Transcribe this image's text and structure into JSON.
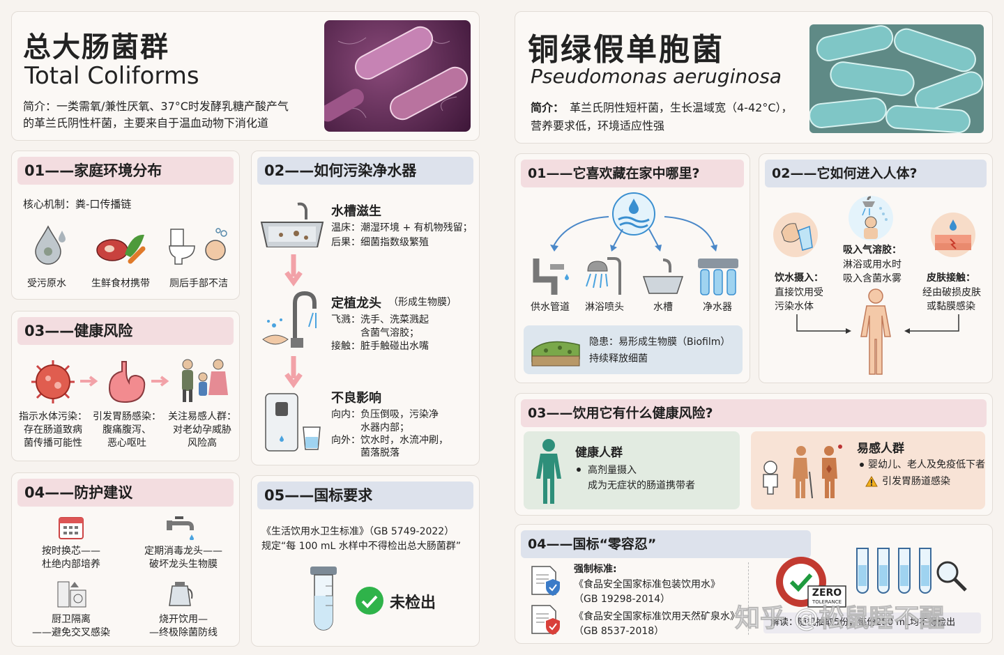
{
  "left": {
    "title_cn": "总大肠菌群",
    "title_en": "Total Coliforms",
    "intro_line1": "简介：一类需氧/兼性厌氧、37°C时发酵乳糖产酸产气",
    "intro_line2": "的革兰氏阴性杆菌，主要来自于温血动物下消化道",
    "s01": {
      "title": "01——家庭环境分布",
      "mechanism": "核心机制：粪-口传播链",
      "items": [
        "受污原水",
        "生鲜食材携带",
        "厕后手部不洁"
      ]
    },
    "s02": {
      "title": "02——如何污染净水器",
      "block1_title": "水槽滋生",
      "block1_l1": "温床：潮湿环境 + 有机物残留；",
      "block1_l2": "后果：细菌指数级繁殖",
      "block2_title": "定植龙头",
      "block2_sub": "（形成生物膜）",
      "block2_l1": "飞溅：洗手、洗菜溅起",
      "block2_l2": "含菌气溶胶；",
      "block2_l3": "接触：脏手触碰出水嘴",
      "block3_title": "不良影响",
      "block3_l1": "向内：负压倒吸，污染净",
      "block3_l2": "水器内部；",
      "block3_l3": "向外：饮水时，水流冲刷，",
      "block3_l4": "菌落脱落"
    },
    "s03": {
      "title": "03——健康风险",
      "items": [
        [
          "指示水体污染：",
          "存在肠道致病",
          "菌传播可能性"
        ],
        [
          "引发胃肠感染：",
          "腹痛腹泻、",
          "恶心呕吐"
        ],
        [
          "关注易感人群：",
          "对老幼孕威胁",
          "风险高"
        ]
      ]
    },
    "s04": {
      "title": "04——防护建议",
      "items": [
        [
          "按时换芯——",
          "杜绝内部培养"
        ],
        [
          "定期消毒龙头——",
          "破坏龙头生物膜"
        ],
        [
          "厨卫隔离",
          "——避免交叉感染"
        ],
        [
          "烧开饮用—",
          "—终极除菌防线"
        ]
      ]
    },
    "s05": {
      "title": "05——国标要求",
      "line1": "《生活饮用水卫生标准》（GB 5749-2022）",
      "line2": "规定“每 100 mL 水样中不得检出总大肠菌群”",
      "result": "未检出"
    }
  },
  "right": {
    "title_cn": "铜绿假单胞菌",
    "title_en": "Pseudomonas aeruginosa",
    "intro_label": "简介：",
    "intro_l1": "革兰氏阴性短杆菌，生长温域宽（4-42°C），",
    "intro_l2": "营养要求低，环境适应性强",
    "s01": {
      "title": "01——它喜欢藏在家中哪里?",
      "items": [
        "供水管道",
        "淋浴喷头",
        "水槽",
        "净水器"
      ],
      "hazard_l1": "隐患：易形成生物膜（Biofilm）",
      "hazard_l2": "持续释放细菌"
    },
    "s02": {
      "title": "02——它如何进入人体?",
      "inhale_title": "吸入气溶胶：",
      "inhale_l1": "淋浴或用水时",
      "inhale_l2": "吸入含菌水雾",
      "drink_title": "饮水摄入：",
      "drink_l1": "直接饮用受",
      "drink_l2": "污染水体",
      "skin_title": "皮肤接触：",
      "skin_l1": "经由破损皮肤",
      "skin_l2": "或黏膜感染"
    },
    "s03": {
      "title": "03——饮用它有什么健康风险?",
      "healthy_title": "健康人群",
      "healthy_l1": "高剂量摄入",
      "healthy_l2": "成为无症状的肠道携带者",
      "sus_title": "易感人群",
      "sus_l1": "婴幼儿、老人及免疫低下者",
      "sus_l2": "引发胃肠道感染"
    },
    "s04": {
      "title": "04——国标“零容忍”",
      "label": "强制标准:",
      "std1": "《食品安全国家标准包装饮用水》",
      "std1_code": "（GB 19298-2014）",
      "std2": "《食品安全国家标准饮用天然矿泉水》",
      "std2_code": "（GB 8537-2018）",
      "badge_big": "ZERO",
      "badge_small": "TOLERANCE",
      "note": "解读：随机抽取5份，每份250 mL均不得检出"
    }
  },
  "watermark": "知乎 @松鼠睡不醒"
}
